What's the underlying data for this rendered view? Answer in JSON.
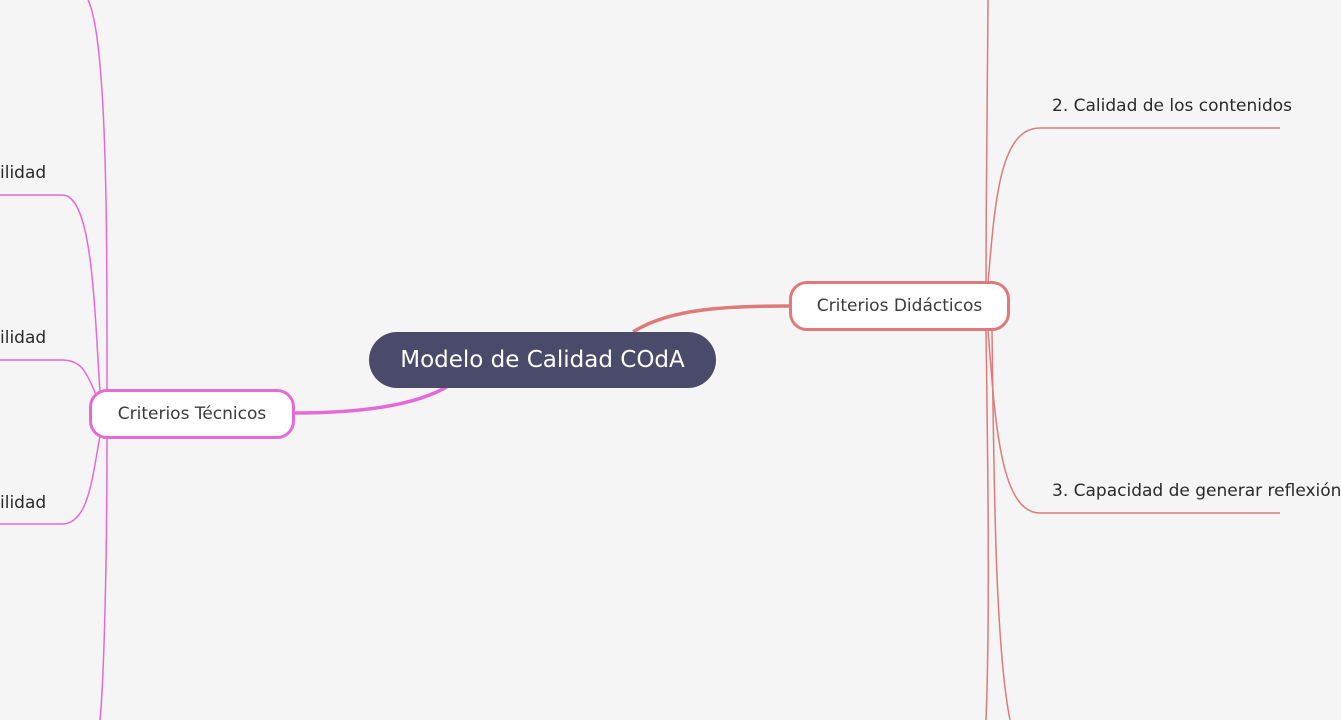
{
  "colors": {
    "background": "#f5f5f5",
    "central_fill": "#4a4b6a",
    "left_branch": "#e56ad8",
    "right_branch": "#df7a7a"
  },
  "central": {
    "label": "Modelo de Calidad COdA"
  },
  "left_branch": {
    "label": "Criterios Técnicos",
    "children": [
      {
        "label": "ilidad"
      },
      {
        "label": "ilidad"
      },
      {
        "label": "ilidad"
      }
    ]
  },
  "right_branch": {
    "label": "Criterios Didácticos",
    "children": [
      {
        "label": "2. Calidad de los contenidos"
      },
      {
        "label": "3. Capacidad de generar reflexión"
      }
    ]
  }
}
